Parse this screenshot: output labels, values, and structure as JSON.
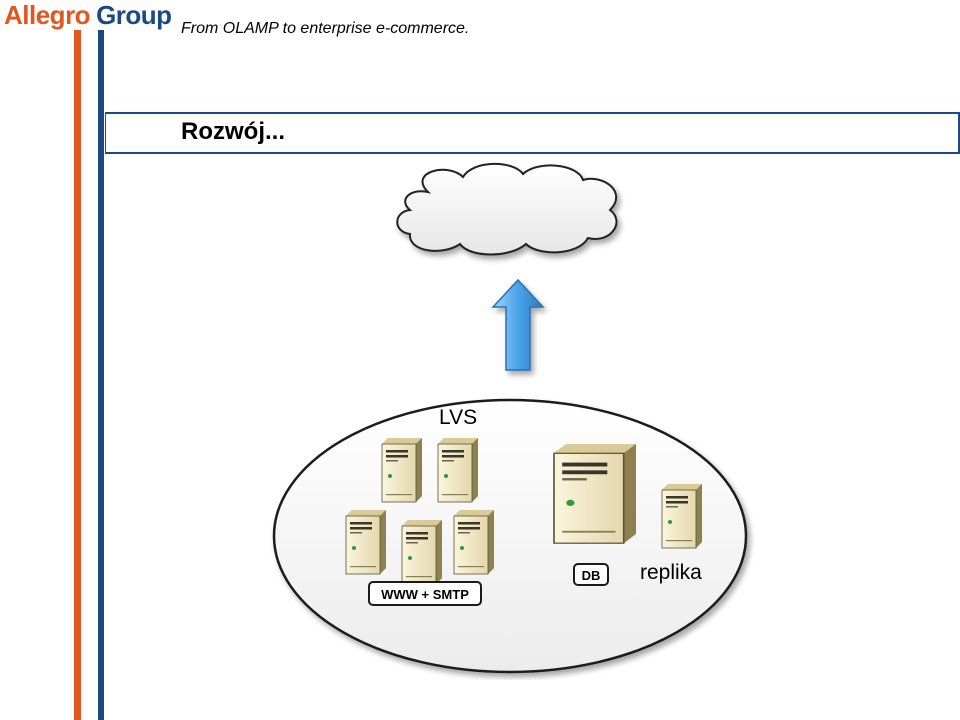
{
  "header": {
    "logo_word1": "Allegro",
    "logo_word2": "Group",
    "subtitle": "From OLAMP to enterprise e-commerce."
  },
  "slide": {
    "title": "Rozwój..."
  },
  "diagram": {
    "lvs_label": "LVS",
    "www_label": "WWW + SMTP",
    "db_label": "DB",
    "replika_label": "replika"
  },
  "colors": {
    "brand_orange": "#e2561f",
    "brand_blue": "#1b4a80",
    "arrow_blue": "#4aa3e8",
    "server_beige": "#efe7c8"
  },
  "icons": {
    "cloud": "cloud-icon",
    "arrow": "arrow-up-icon",
    "server": "server-icon"
  }
}
